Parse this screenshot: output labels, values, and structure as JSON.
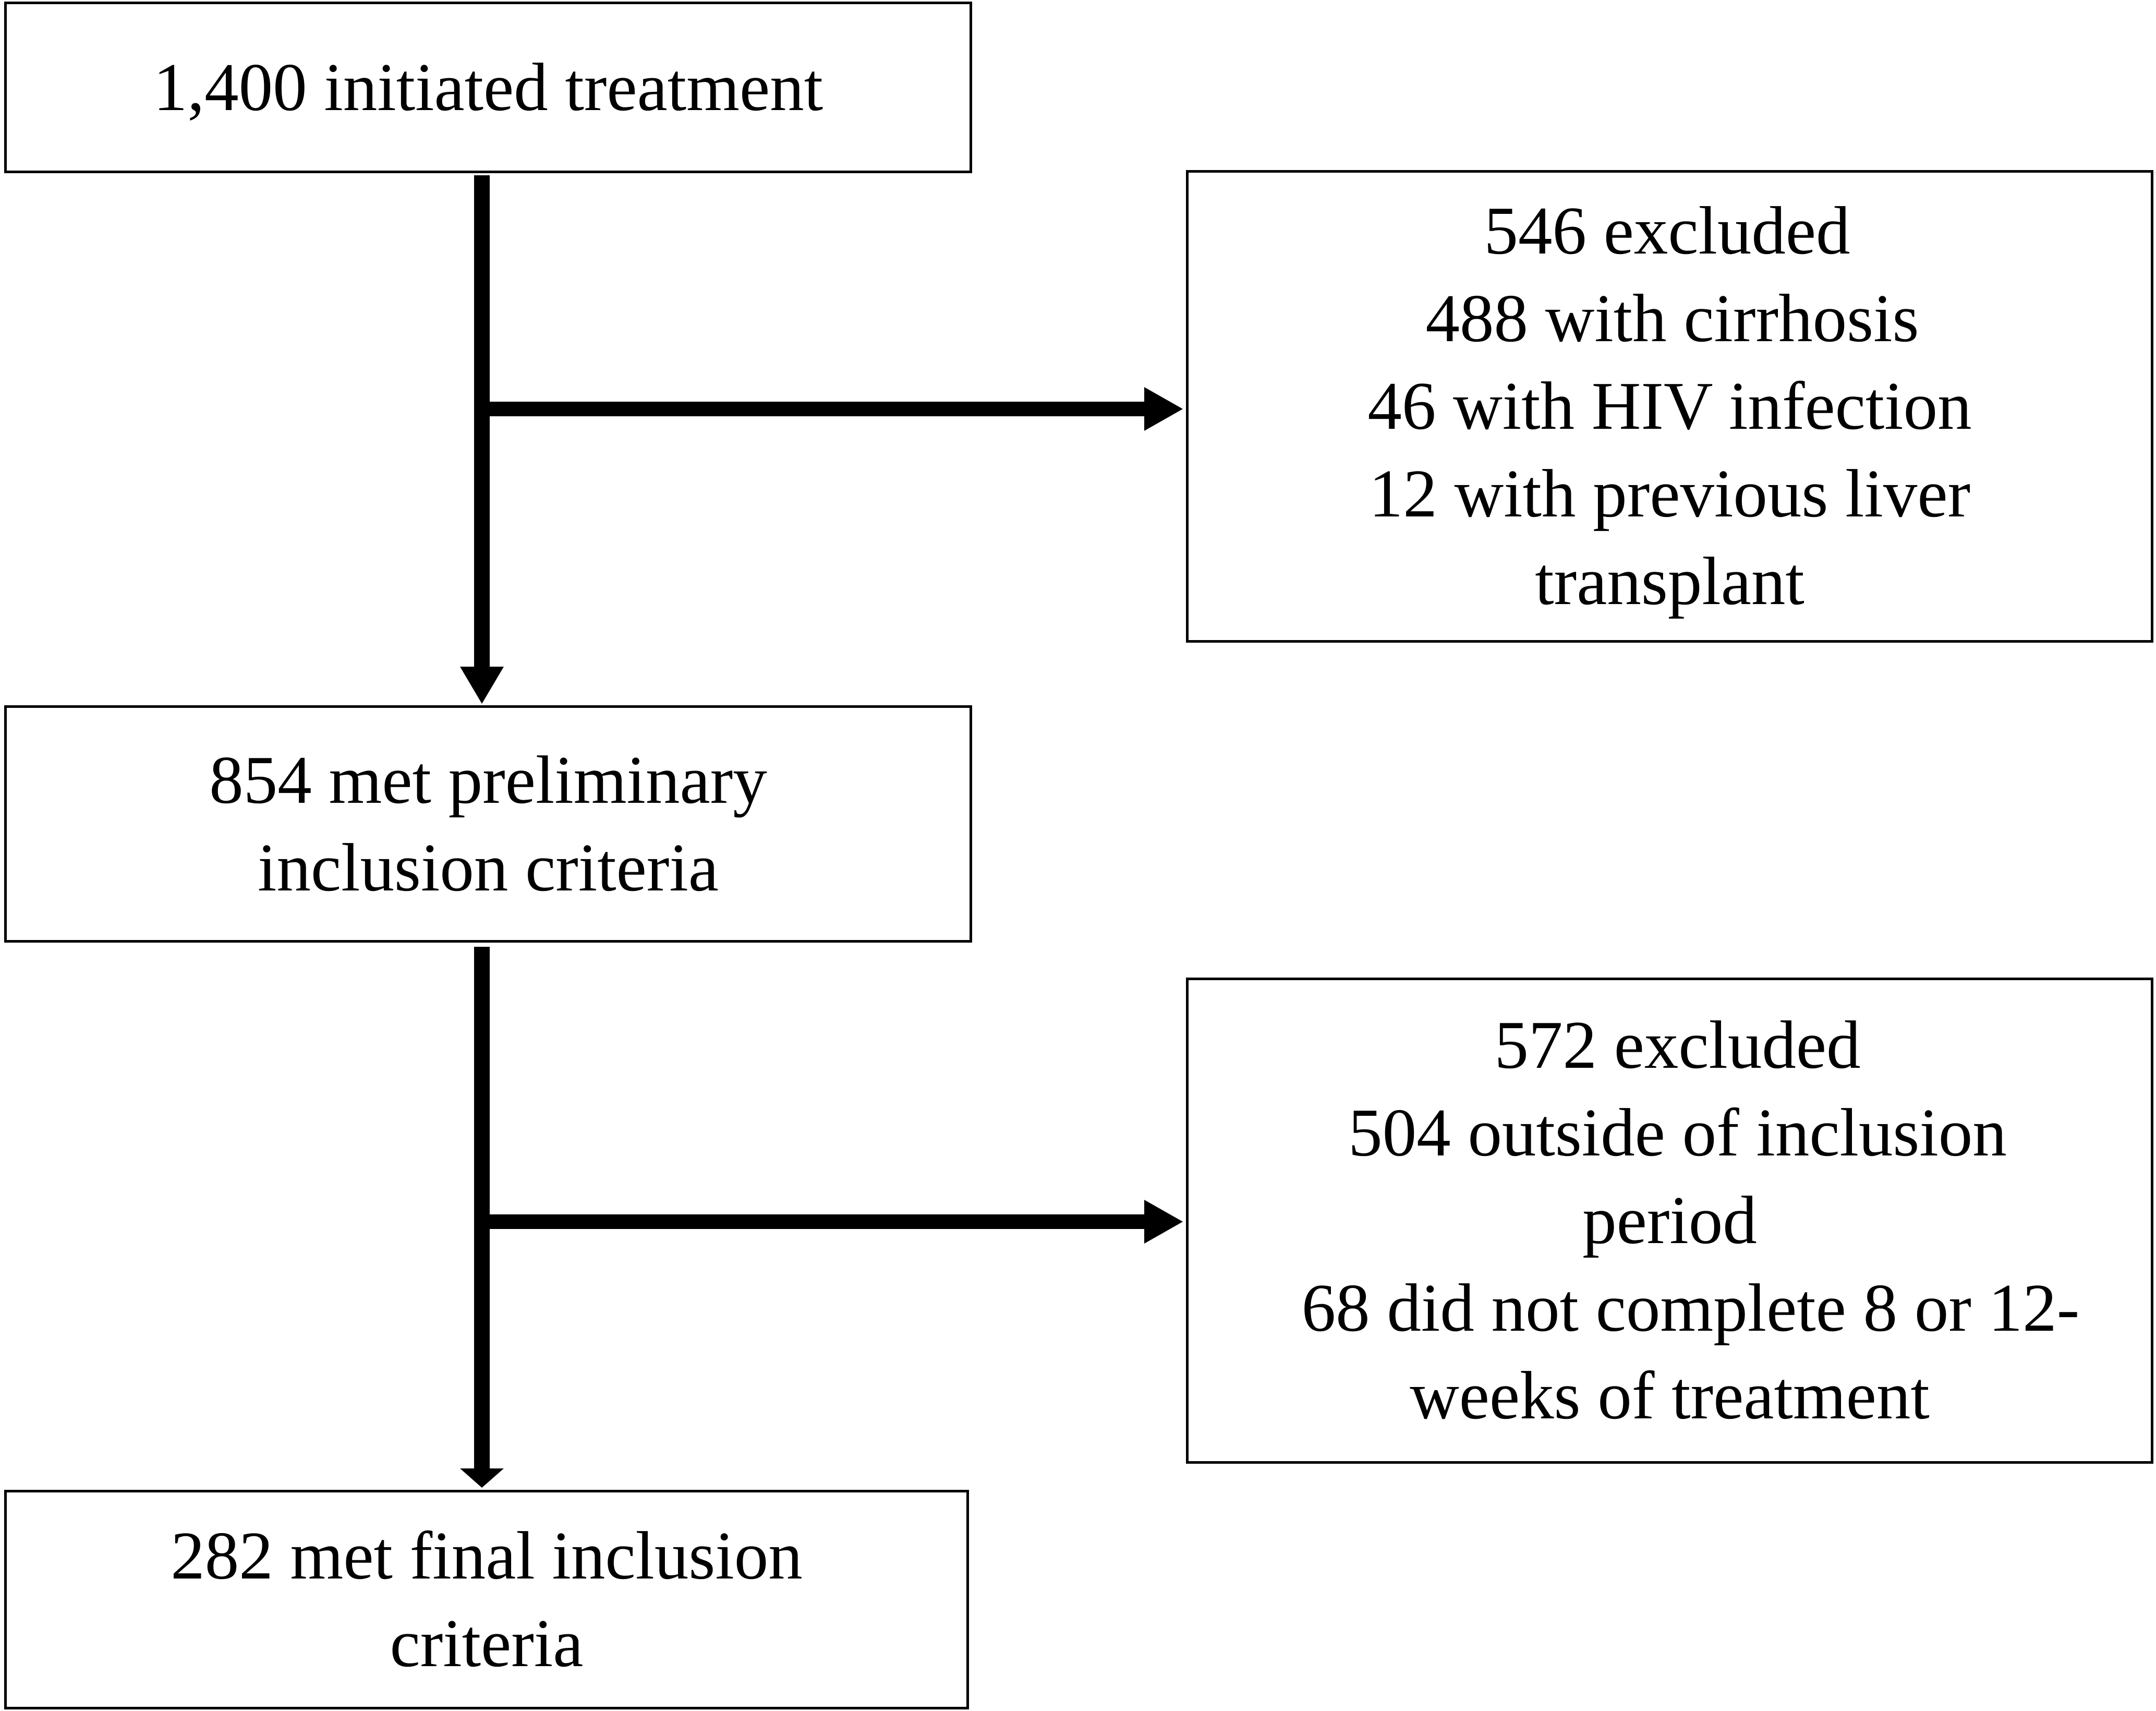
{
  "flowchart": {
    "initiated": {
      "lines": [
        "1,400 initiated treatment"
      ]
    },
    "exclusion_1": {
      "lines": [
        "546 excluded",
        "488 with cirrhosis",
        "46 with HIV infection",
        "12 with previous liver",
        "transplant"
      ]
    },
    "preliminary": {
      "lines": [
        "854 met preliminary",
        "inclusion criteria"
      ]
    },
    "exclusion_2": {
      "lines": [
        "572 excluded",
        "504 outside of inclusion",
        "period",
        "68 did not complete 8 or 12-",
        "weeks of treatment"
      ]
    },
    "final": {
      "lines": [
        "282 met final inclusion",
        "criteria"
      ]
    }
  },
  "colors": {
    "stroke": "#000000",
    "background": "#ffffff"
  }
}
